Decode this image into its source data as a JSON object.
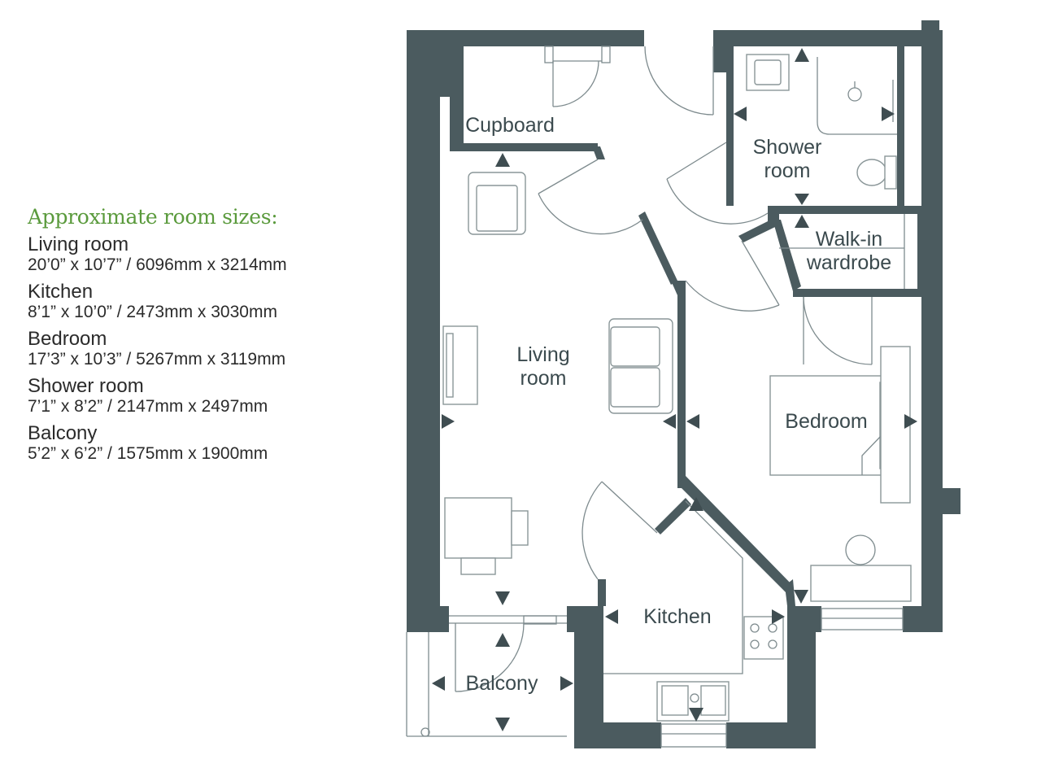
{
  "legend": {
    "title": "Approximate room sizes:",
    "rooms": [
      {
        "name": "Living room",
        "dims": "20’0” x 10’7” / 6096mm x 3214mm"
      },
      {
        "name": "Kitchen",
        "dims": "8’1” x 10’0” / 2473mm x 3030mm"
      },
      {
        "name": "Bedroom",
        "dims": "17’3” x 10’3” / 5267mm x 3119mm"
      },
      {
        "name": "Shower room",
        "dims": "7’1” x 8’2” / 2147mm x 2497mm"
      },
      {
        "name": "Balcony",
        "dims": "5’2” x 6’2” / 1575mm x 1900mm"
      }
    ]
  },
  "plan": {
    "cupboard": "Cupboard",
    "shower_line1": "Shower",
    "shower_line2": "room",
    "walkin_line1": "Walk-in",
    "walkin_line2": "wardrobe",
    "living_line1": "Living",
    "living_line2": "room",
    "bedroom": "Bedroom",
    "kitchen": "Kitchen",
    "balcony": "Balcony"
  },
  "colors": {
    "wall": "#4b5b5f",
    "heading": "#5a9a3c",
    "text": "#2b2b2b"
  }
}
